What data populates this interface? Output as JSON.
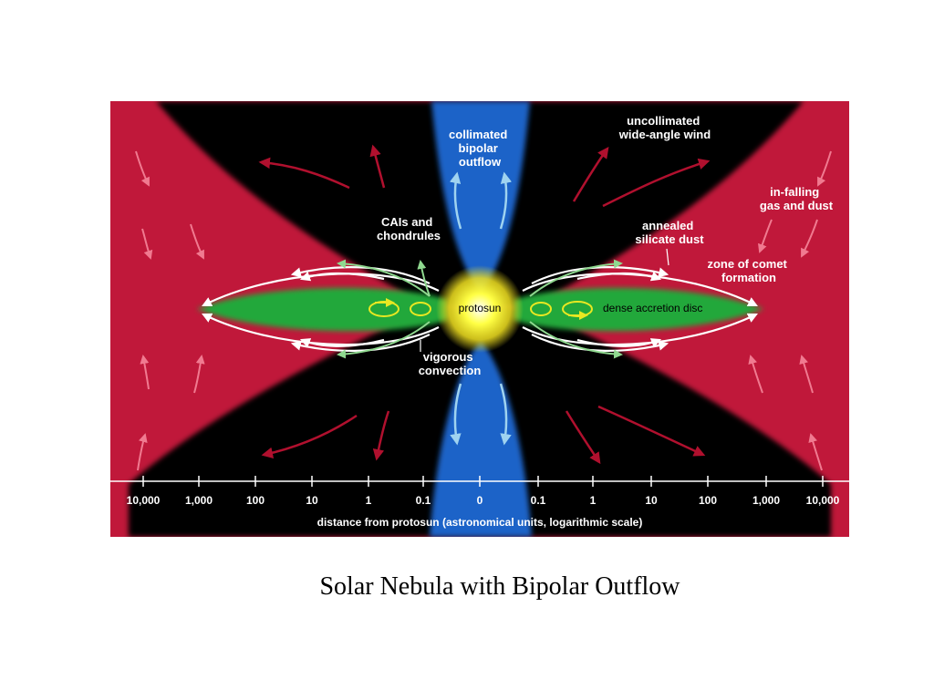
{
  "caption": "Solar Nebula with Bipolar Outflow",
  "colors": {
    "background": "#000000",
    "infall_region": "#c0183a",
    "outflow": "#1e64c8",
    "disc": "#22a83a",
    "protosun": "#ffff33",
    "arrow_outflow": "#9fd3f0",
    "arrow_infall": "#f07a90",
    "arrow_wind": "#b0102e",
    "arrow_circulation": "#ffffff",
    "arrow_convection": "#e8e822",
    "arrow_annealed": "#8fd88f"
  },
  "labels": {
    "collimated": [
      "collimated",
      "bipolar",
      "outflow"
    ],
    "wind": [
      "uncollimated",
      "wide-angle wind"
    ],
    "infalling": [
      "in-falling",
      "gas and dust"
    ],
    "annealed": [
      "annealed",
      "silicate dust"
    ],
    "comet": [
      "zone of comet",
      "formation"
    ],
    "cais": [
      "CAIs and",
      "chondrules"
    ],
    "convection": [
      "vigorous",
      "convection"
    ],
    "protosun": "protosun",
    "disc": "dense accretion disc"
  },
  "axis": {
    "title": "distance from protosun (astronomical units, logarithmic scale)",
    "ticks": [
      "10,000",
      "1,000",
      "100",
      "10",
      "1",
      "0.1",
      "0",
      "0.1",
      "1",
      "10",
      "100",
      "1,000",
      "10,000"
    ]
  }
}
